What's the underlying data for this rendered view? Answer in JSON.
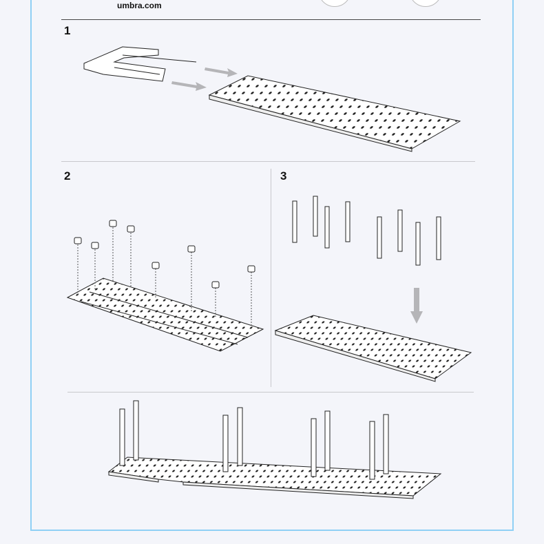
{
  "header": {
    "website": "umbra.com"
  },
  "steps": [
    {
      "number": "1"
    },
    {
      "number": "2"
    },
    {
      "number": "3"
    }
  ],
  "colors": {
    "frame": "#8fd0f5",
    "arrow": "#b5b5b8",
    "background": "#f4f5fa"
  },
  "icons": [
    "logo-circle-icon",
    "blank-circle-icon",
    "arrow-right-icon",
    "arrow-down-icon"
  ]
}
